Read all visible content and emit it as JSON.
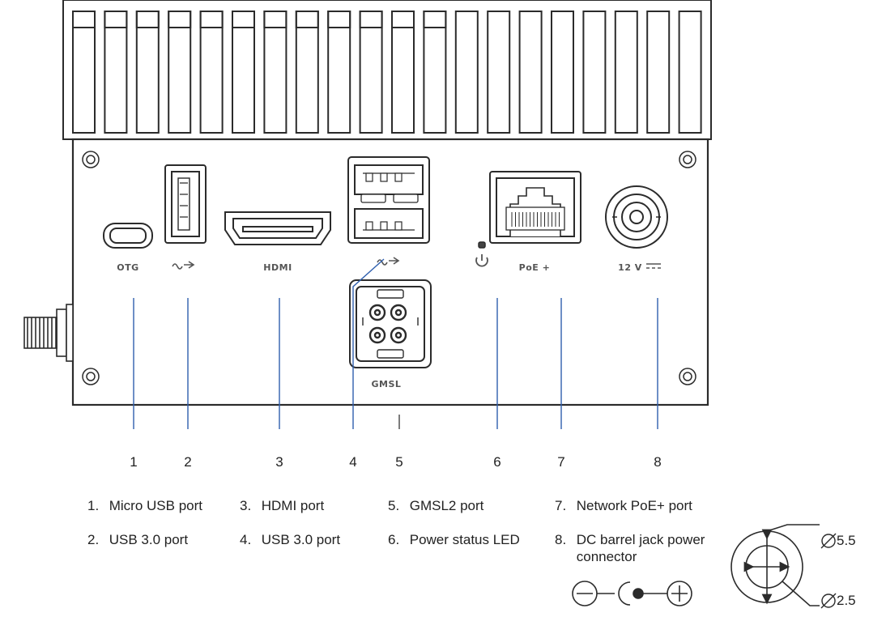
{
  "port_labels": {
    "otg": "OTG",
    "hdmi": "HDMI",
    "poe": "PoE +",
    "dc": "12 V",
    "gmsl": "GMSL"
  },
  "callout_numbers": [
    "1",
    "2",
    "3",
    "4",
    "5",
    "6",
    "7",
    "8"
  ],
  "legend": [
    {
      "num": "1.",
      "text": "Micro USB port"
    },
    {
      "num": "2.",
      "text": "USB 3.0 port"
    },
    {
      "num": "3.",
      "text": "HDMI port"
    },
    {
      "num": "4.",
      "text": "USB 3.0 port"
    },
    {
      "num": "5.",
      "text": "GMSL2 port"
    },
    {
      "num": "6.",
      "text": "Power status LED"
    },
    {
      "num": "7.",
      "text": "Network PoE+ port"
    },
    {
      "num": "8.",
      "text": "DC barrel jack power connector"
    }
  ],
  "barrel_dimensions": {
    "outer": "5.5",
    "inner": "2.5"
  },
  "colors": {
    "outline": "#2b2b2b",
    "callout_line": "#2f5fae",
    "port_label": "#555555"
  },
  "icons": [
    "usb-ss-icon",
    "power-icon",
    "dc-symbol-icon",
    "polarity-symbol-icon",
    "diameter-icon"
  ]
}
